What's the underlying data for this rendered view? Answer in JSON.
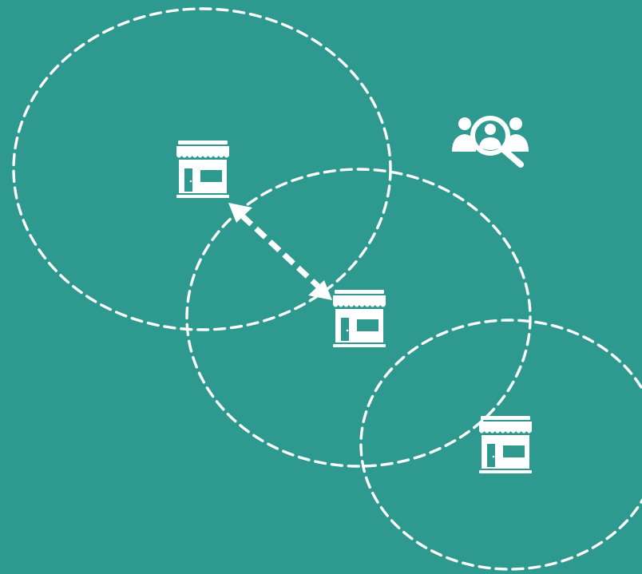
{
  "colors": {
    "background": "#2e9a8f",
    "foreground": "#ffffff"
  },
  "diagram": {
    "circles": [
      {
        "name": "coverage-area-1",
        "style": "dashed"
      },
      {
        "name": "coverage-area-2",
        "style": "dashed"
      },
      {
        "name": "coverage-area-3",
        "style": "dashed"
      }
    ],
    "icons": {
      "stores": [
        "storefront-icon",
        "storefront-icon",
        "storefront-icon"
      ],
      "customers": "customer-search-icon",
      "connector": "double-headed-dashed-arrow"
    }
  }
}
